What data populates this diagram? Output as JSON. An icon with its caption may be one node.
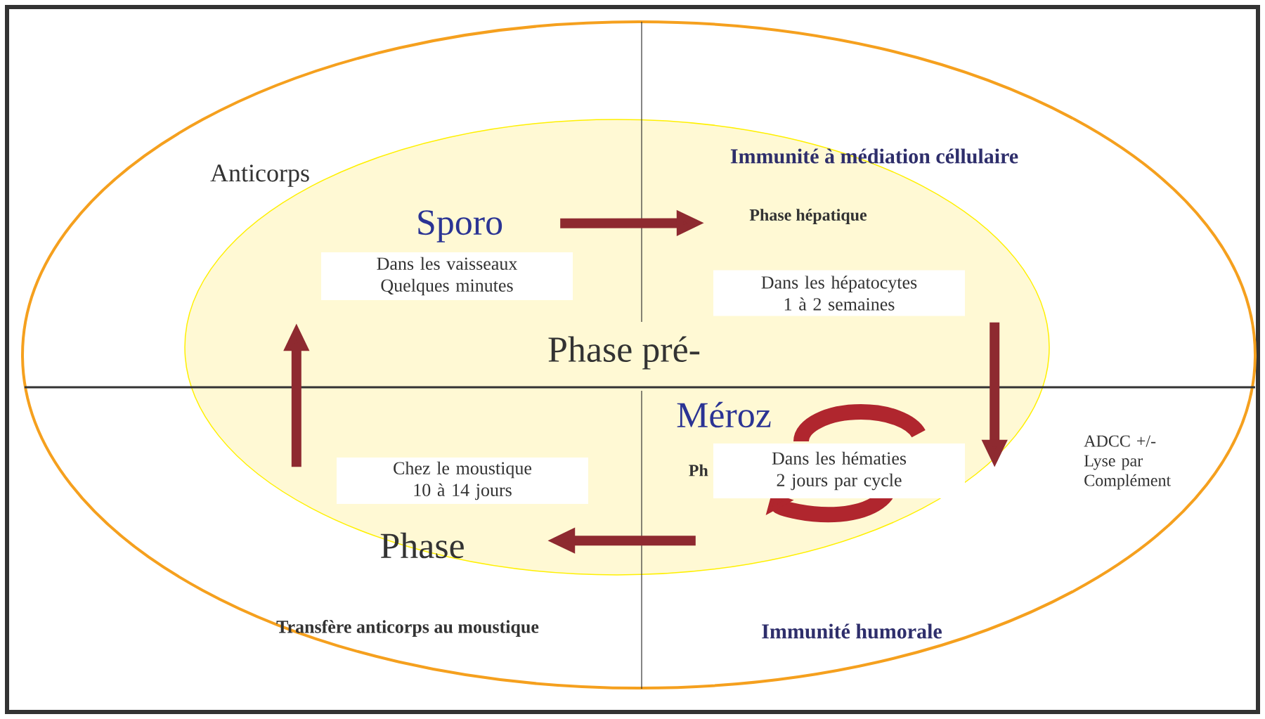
{
  "diagram": {
    "nodes": [
      {
        "text": [
          "Dans les vaisseaux Quelques minutes"
        ]
      },
      {
        "text": [
          "Dans les hépatocytes 1 à 2 semaines"
        ]
      },
      {
        "text": [
          "Dans les hématies 2 jours par cycle"
        ]
      },
      {
        "text": [
          "Chez le moustique 10 à 14 jours"
        ]
      }
    ],
    "edges": [
      {
        "from": 0,
        "to": 1,
        "arrow": "to"
      },
      {
        "from": 1,
        "to": 2,
        "arrow": "to"
      },
      {
        "from": 2,
        "to": 3,
        "arrow": "to"
      },
      {
        "from": 3,
        "to": 0,
        "arrow": "to"
      }
    ],
    "labels": [
      "Anticorps",
      "Immunité à médiation céllulaire",
      "Sporo",
      "Phase hépatique",
      "Phase pré-",
      "Méroz",
      "Ph",
      "ADCC +/- Lyse par Complément",
      "Phase",
      "Transfère anticorps au moustique",
      "Immunité humorale"
    ]
  }
}
